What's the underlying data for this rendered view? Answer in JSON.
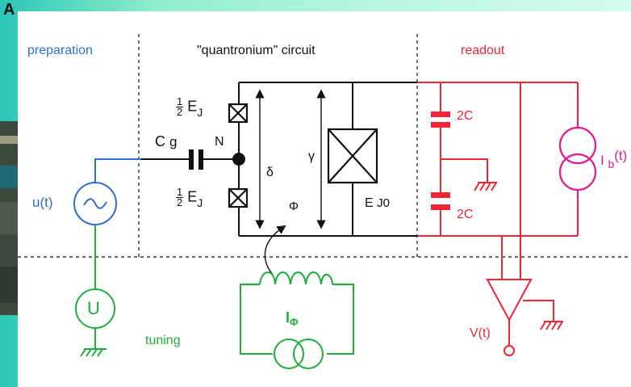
{
  "panel_letter": "A",
  "sections": {
    "preparation": "preparation",
    "circuit": "\"quantronium\" circuit",
    "readout": "readout",
    "tuning": "tuning"
  },
  "components": {
    "half": {
      "num": "1",
      "den": "2"
    },
    "ej_top": "E",
    "ej_top_sub": "J",
    "ej_bottom": "E",
    "ej_bottom_sub": "J",
    "cg": "C",
    "cg_sub": "g",
    "node": "N",
    "delta": "δ",
    "gamma": "γ",
    "phi": "Φ",
    "ej0": "E",
    "ej0_sub": "J0",
    "source_u": "u(t)",
    "source_U": "U",
    "cap_top": "2C",
    "cap_bottom": "2C",
    "ib": "I",
    "ib_sub": "b",
    "ib_t": "(t)",
    "iphi": "I",
    "iphi_sub": "Φ",
    "vt": "V(t)"
  },
  "colors": {
    "blue": "#2f6fd1",
    "green": "#1fae3c",
    "red": "#ee2636",
    "magenta": "#e21d8b",
    "black": "#111111"
  }
}
